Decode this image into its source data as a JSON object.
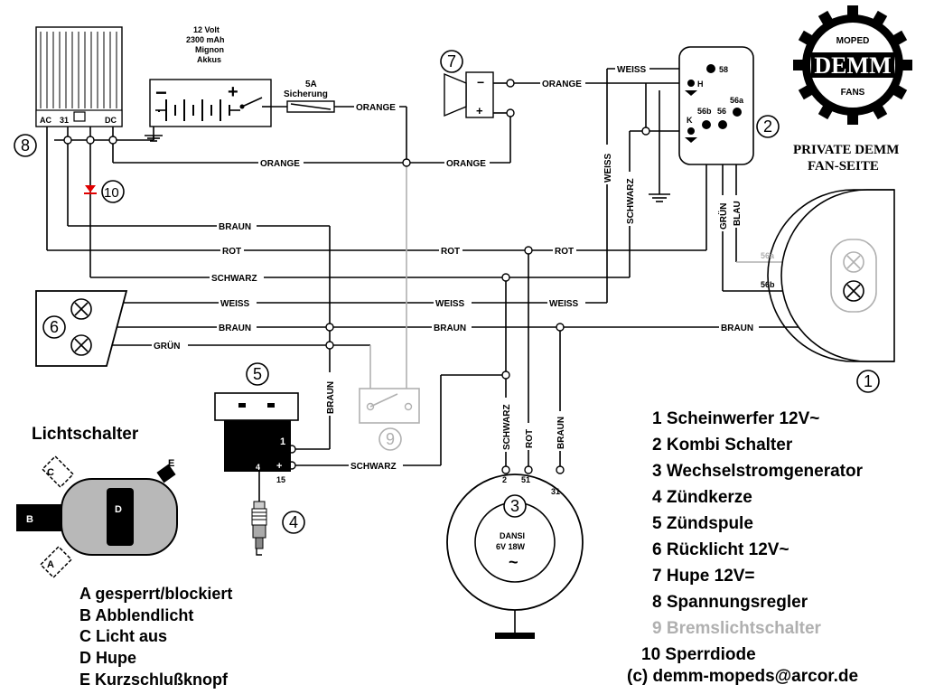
{
  "wire_colors": {
    "orange": "ORANGE",
    "weiss": "WEISS",
    "braun": "BRAUN",
    "rot": "ROT",
    "schwarz": "SCHWARZ",
    "gruen": "GRÜN",
    "blau": "BLAU"
  },
  "battery": {
    "line1": "12 Volt",
    "line2": "2300 mAh",
    "line3": "Mignon",
    "line4": "Akkus",
    "minus": "−",
    "plus": "+"
  },
  "fuse": {
    "line1": "5A",
    "line2": "Sicherung"
  },
  "regulator": {
    "ac": "AC",
    "t31": "31",
    "dc": "DC"
  },
  "kombi": {
    "t58": "58",
    "h": "H",
    "k": "K",
    "t56a": "56a",
    "t56b": "56b",
    "t56": "56"
  },
  "headlight": {
    "t56a": "56a",
    "t56b": "56b"
  },
  "horn": {
    "minus": "−",
    "plus": "+"
  },
  "coil": {
    "t1": "1",
    "t4": "4",
    "tplus": "+",
    "t15": "15"
  },
  "generator": {
    "t2": "2",
    "t51": "51",
    "t31": "31",
    "name": "DANSI",
    "spec": "6V 18W",
    "symbol": "~"
  },
  "numbers": {
    "n1": "1",
    "n2": "2",
    "n3": "3",
    "n4": "4",
    "n5": "5",
    "n6": "6",
    "n7": "7",
    "n8": "8",
    "n9": "9",
    "n10": "10"
  },
  "switch": {
    "title": "Lichtschalter",
    "a": "A",
    "b": "B",
    "c": "C",
    "d": "D",
    "e": "E",
    "legend": [
      "A gesperrt/blockiert",
      "B Abblendlicht",
      "C Licht aus",
      "D Hupe",
      "E Kurzschlußknopf"
    ]
  },
  "legend": [
    "1 Scheinwerfer  12V~",
    "2 Kombi Schalter",
    "3 Wechselstromgenerator",
    "4 Zündkerze",
    "5 Zündspule",
    "6 Rücklicht   12V~",
    "7 Hupe  12V=",
    "8 Spannungsregler",
    "9 Bremslichtschalter",
    "10 Sperrdiode"
  ],
  "copyright": "(c) demm-mopeds@arcor.de",
  "logo": {
    "top": "MOPED",
    "main": "DEMM",
    "bottom": "FANS",
    "line1": "PRIVATE DEMM",
    "line2": "FAN-SEITE"
  },
  "colors": {
    "wire": "#000000",
    "inactive": "#b0b0b0",
    "diode": "#e00000"
  }
}
